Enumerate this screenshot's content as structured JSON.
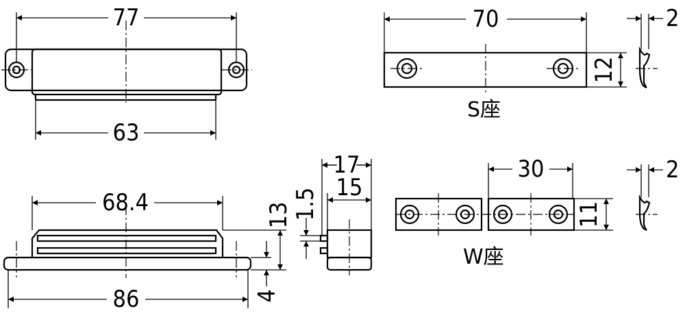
{
  "dimensions": {
    "body_width": "77",
    "body_inner": "63",
    "s_length": "70",
    "s_height": "12",
    "s_thickness": "2",
    "magnet_inner": "68.4",
    "magnet_length": "86",
    "magnet_height": "13",
    "magnet_base": "4",
    "gap": "1.5",
    "depth_total": "17",
    "depth_body": "15",
    "w_length": "30",
    "w_height": "11",
    "w_thickness": "2"
  },
  "labels": {
    "s_plate": "S座",
    "w_plate": "W座"
  }
}
